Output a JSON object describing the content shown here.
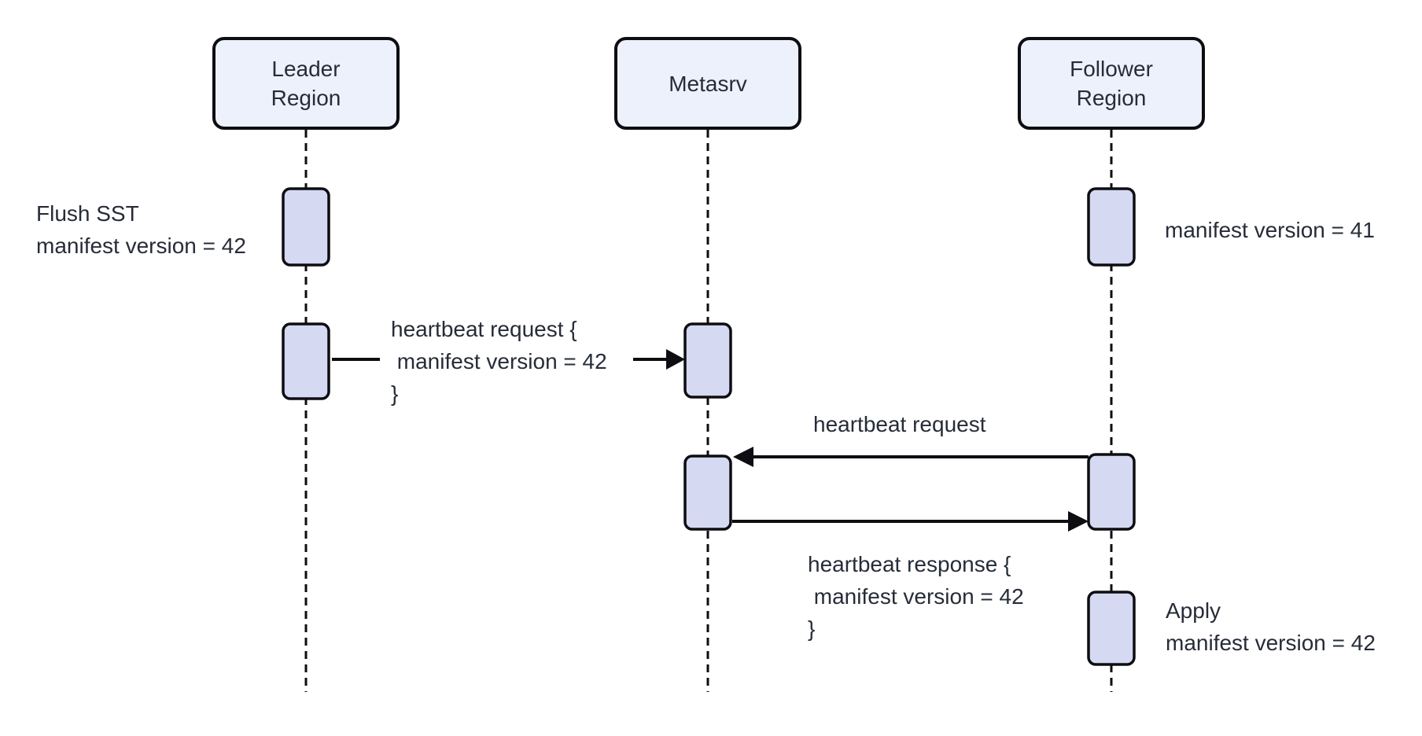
{
  "colors": {
    "background": "#ffffff",
    "participant_fill": "#edf1fb",
    "activation_fill": "#d5d9f2",
    "line": "#0d0d12",
    "text": "#262c38"
  },
  "participants": [
    {
      "label": "Leader\nRegion"
    },
    {
      "label": "Metasrv"
    },
    {
      "label": "Follower\nRegion"
    }
  ],
  "notes": [
    {
      "text": "Flush SST\nmanifest version = 42"
    },
    {
      "text": "manifest version = 41"
    },
    {
      "text": "Apply\nmanifest version = 42"
    }
  ],
  "messages": [
    {
      "text": "heartbeat request {\n manifest version = 42\n}"
    },
    {
      "text": "heartbeat request"
    },
    {
      "text": "heartbeat response {\n manifest version = 42\n}"
    }
  ]
}
